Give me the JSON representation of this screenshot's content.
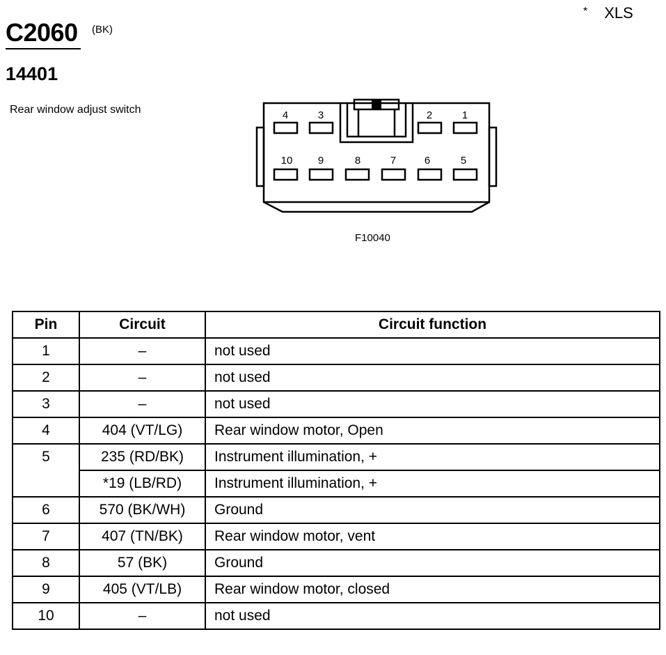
{
  "legend": {
    "marker": "*",
    "label": "XLS"
  },
  "connector": {
    "id": "C2060",
    "color_code": "(BK)",
    "part_number": "14401",
    "description": "Rear window adjust switch",
    "figure_ref": "F10040",
    "top_row_pins": [
      "4",
      "3",
      "2",
      "1"
    ],
    "bottom_row_pins": [
      "10",
      "9",
      "8",
      "7",
      "6",
      "5"
    ]
  },
  "table": {
    "headers": {
      "pin": "Pin",
      "circuit": "Circuit",
      "function": "Circuit function"
    },
    "rows": [
      {
        "pin": "1",
        "circuit": "–",
        "function": "not used"
      },
      {
        "pin": "2",
        "circuit": "–",
        "function": "not used"
      },
      {
        "pin": "3",
        "circuit": "–",
        "function": "not used"
      },
      {
        "pin": "4",
        "circuit": "404 (VT/LG)",
        "function": "Rear window motor, Open"
      },
      {
        "pin": "5",
        "circuit": "235 (RD/BK)",
        "function": "Instrument illumination, +"
      },
      {
        "pin": "",
        "circuit": "*19 (LB/RD)",
        "function": "Instrument illumination, +"
      },
      {
        "pin": "6",
        "circuit": "570 (BK/WH)",
        "function": "Ground"
      },
      {
        "pin": "7",
        "circuit": "407 (TN/BK)",
        "function": "Rear window motor, vent"
      },
      {
        "pin": "8",
        "circuit": "57 (BK)",
        "function": "Ground"
      },
      {
        "pin": "9",
        "circuit": "405 (VT/LB)",
        "function": "Rear window motor, closed"
      },
      {
        "pin": "10",
        "circuit": "–",
        "function": "not used"
      }
    ]
  }
}
